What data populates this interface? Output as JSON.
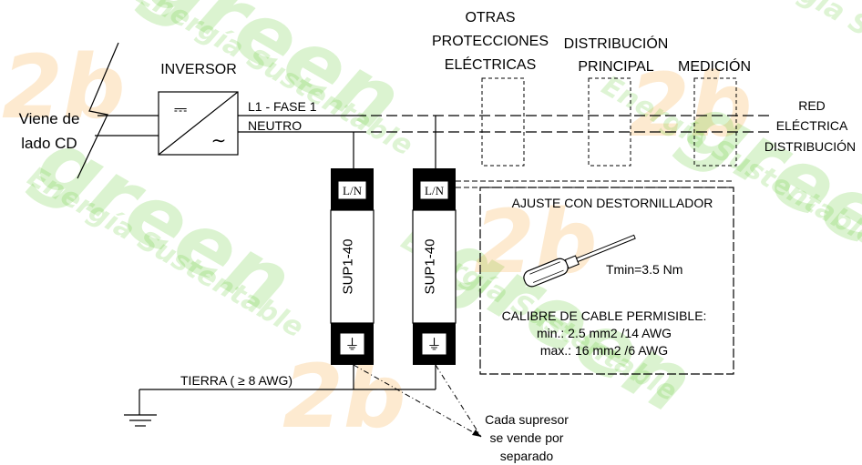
{
  "labels": {
    "source": [
      "Viene de",
      "lado CD"
    ],
    "inverter": "INVERSOR",
    "line": "L1 - FASE 1",
    "neutral": "NEUTRO",
    "other_protections": [
      "OTRAS",
      "PROTECCIONES",
      "ELÉCTRICAS"
    ],
    "main_distribution": [
      "DISTRIBUCIÓN",
      "PRINCIPAL"
    ],
    "metering": "MEDICIÓN",
    "grid": [
      "RED",
      "ELÉCTRICA",
      "DISTRIBUCIÓN"
    ],
    "ground": "TIERRA ( ≥ 8 AWG)",
    "note": [
      "Cada supresor",
      "se vende por",
      "separado"
    ]
  },
  "suppressors": [
    {
      "model": "SUP1-40",
      "top_terminal": "L/N",
      "bottom_terminal": "⏚"
    },
    {
      "model": "SUP1-40",
      "top_terminal": "L/N",
      "bottom_terminal": "⏚"
    }
  ],
  "spec_box": {
    "title": "AJUSTE CON DESTORNILLADOR",
    "torque": "Tmin=3.5 Nm",
    "cable_title": "CALIBRE DE CABLE PERMISIBLE:",
    "cable_min": "min.: 2.5 mm2 /14 AWG",
    "cable_max": "max.: 16 mm2 /6 AWG"
  },
  "inverter_symbols": {
    "dc": "⎓",
    "ac": "∼"
  },
  "watermark": {
    "brand_number": "2b",
    "brand_word": "green",
    "tagline": "Energía Sustentable"
  },
  "colors": {
    "line": "#000000",
    "watermark_green": "#5ac828",
    "watermark_orange": "#f5a028"
  }
}
